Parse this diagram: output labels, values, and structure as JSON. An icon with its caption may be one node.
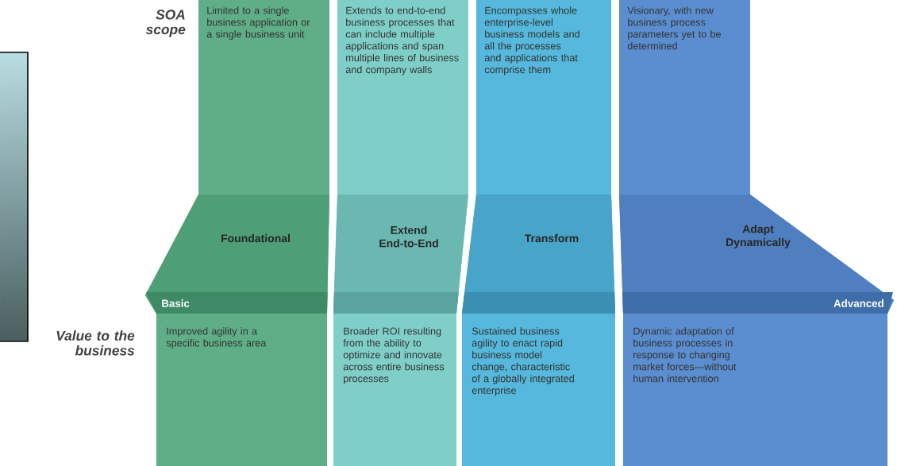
{
  "diagram": {
    "nodes": [
      {
        "text": [
          "Limited to a single business application or a single business unit",
          "Foundational",
          "Improved agility in a specific business area"
        ]
      },
      {
        "text": [
          "Extends to end-to-end business processes that can include multiple applications and span multiple lines of business and company walls",
          "Extend End-to-End",
          "Broader ROI resulting from the ability to optimize and innovate across entire business processes"
        ]
      },
      {
        "text": [
          "Encompasses whole enterprise-level business models and all the processes and applications that comprise them",
          "Transform",
          "Sustained business agility to enact rapid business model change, characteristic of a globally integrated enterprise"
        ]
      },
      {
        "text": [
          "Visionary, with new business process parameters yet to be determined",
          "Adapt Dynamically",
          "Dynamic adaptation of business processes in response to changing market forces—without human intervention"
        ]
      }
    ],
    "labels": [
      "SOA scope",
      "Basic",
      "Advanced",
      "Value to the business"
    ]
  }
}
